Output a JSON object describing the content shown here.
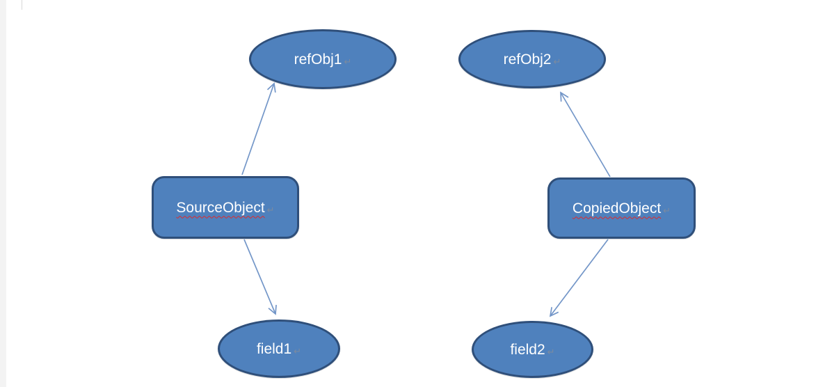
{
  "diagram": {
    "nodes": {
      "refObj1": {
        "label": "refObj1",
        "shape": "ellipse"
      },
      "refObj2": {
        "label": "refObj2",
        "shape": "ellipse"
      },
      "sourceObject": {
        "label": "SourceObject",
        "shape": "rounded-rectangle",
        "spellcheck_underline": true
      },
      "copiedObject": {
        "label": "CopiedObject",
        "shape": "rounded-rectangle",
        "spellcheck_underline": true
      },
      "field1": {
        "label": "field1",
        "shape": "ellipse"
      },
      "field2": {
        "label": "field2",
        "shape": "ellipse"
      }
    },
    "edges": [
      {
        "from": "SourceObject",
        "to": "refObj1"
      },
      {
        "from": "SourceObject",
        "to": "field1"
      },
      {
        "from": "CopiedObject",
        "to": "refObj2"
      },
      {
        "from": "CopiedObject",
        "to": "field2"
      }
    ],
    "paragraph_mark": "↵",
    "colors": {
      "node_fill": "#4f81bd",
      "node_border": "#2f4f7a",
      "arrow": "#7396c8",
      "text": "#ffffff",
      "spellcheck_underline": "#e02b2b",
      "paragraph_mark": "#828c9b",
      "left_gutter": "#f3f3f3",
      "background": "#ffffff"
    }
  }
}
